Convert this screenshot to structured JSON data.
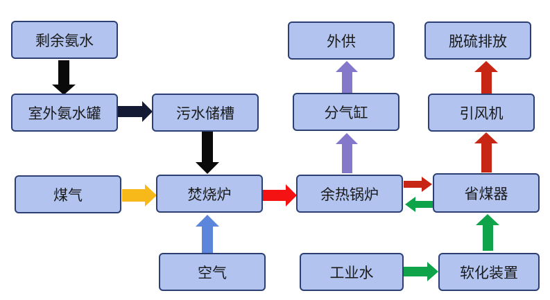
{
  "nodes": {
    "shengyu_anshui": "剩余氨水",
    "shiwai_anshui_guan": "室外氨水罐",
    "wushui_chucao": "污水储槽",
    "meiqi": "煤气",
    "fenshaolu": "焚烧炉",
    "kongqi": "空气",
    "yure_guolu": "余热锅炉",
    "fenqigang": "分气缸",
    "waigong": "外供",
    "shengmeiqi": "省煤器",
    "yinfengji": "引风机",
    "tuoliu_paifang": "脱硫排放",
    "gongyeshui": "工业水",
    "ruanhua_zhuangzhi": "软化装置"
  },
  "colors": {
    "box_fill": "#b1c3ee",
    "box_border": "#2c3f73",
    "arrow_black": "#0a0a0a",
    "arrow_navy": "#141a33",
    "arrow_yellow": "#f7b91a",
    "arrow_blue": "#5b86dc",
    "arrow_red": "#f51212",
    "arrow_purple": "#8478cb",
    "arrow_darkred": "#c62613",
    "arrow_green": "#10a44a"
  }
}
